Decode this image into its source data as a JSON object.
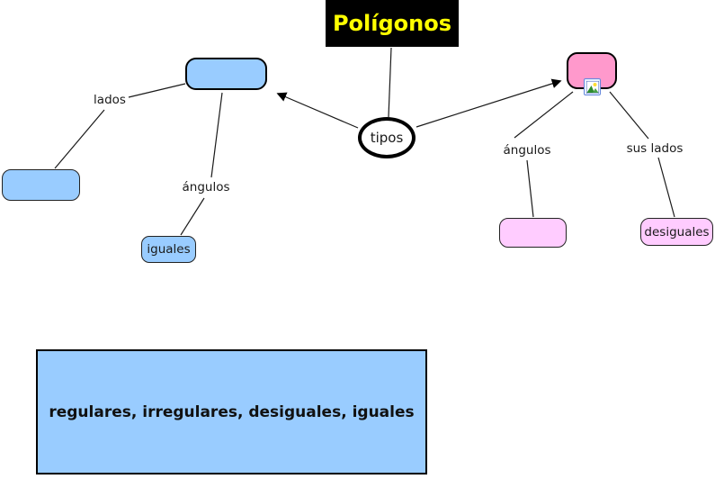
{
  "title": "Polígonos",
  "nodes": {
    "tipos": "tipos",
    "top_left_blue": "",
    "top_right_pink": "",
    "left_blue_empty": "",
    "iguales": "iguales",
    "right_pink_empty": "",
    "desiguales": "desiguales",
    "bottom_answer": "regulares, irregulares, desiguales, iguales"
  },
  "link_labels": {
    "lados": "lados",
    "angulos_left": "ángulos",
    "angulos_right": "ángulos",
    "sus_lados": "sus lados"
  },
  "icons": {
    "image_icon": "image-icon"
  },
  "colors": {
    "blue_node": "#99CCFF",
    "pink_node": "#FF99CC",
    "light_pink_node": "#FFCCFF",
    "title_background": "#000000",
    "title_text": "#FFFF00",
    "line": "#1A1A1A"
  }
}
